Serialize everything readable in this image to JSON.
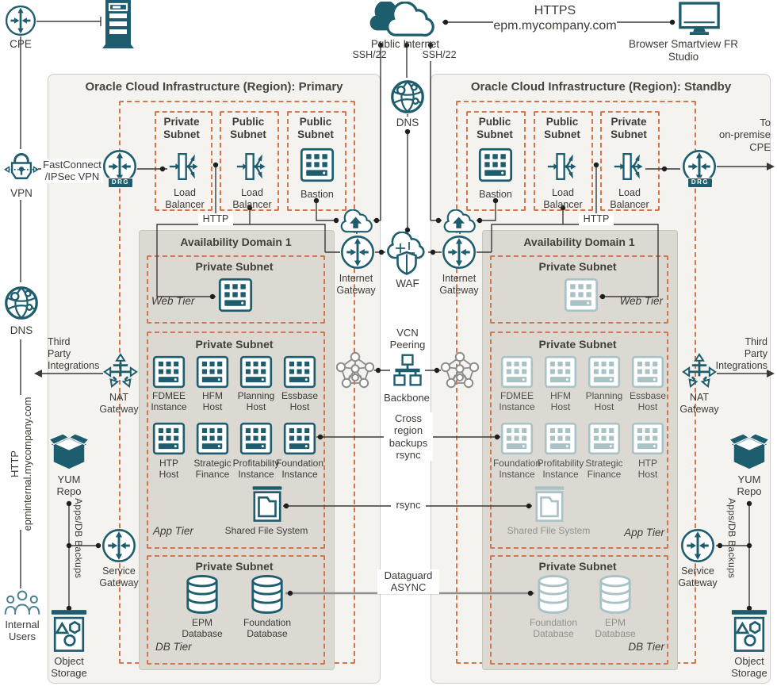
{
  "colors": {
    "icon_teal": "#1e5d6e",
    "icon_faded": "#a9c2c6",
    "vcn_dashed": "#d2764e",
    "region_bg": "#f5f3ef",
    "ad_bg": "#dcd9d3"
  },
  "top": {
    "cpe": "CPE",
    "public_internet": "Public Internet",
    "https_host": "HTTPS\nepm.mycompany.com",
    "browser": "Browser Smartview FR Studio",
    "ssh_left": "SSH/22",
    "ssh_right": "SSH/22"
  },
  "left_edge": {
    "vpn": "VPN",
    "dns": "DNS",
    "fastconnect": "FastConnect\n/IPSec VPN",
    "http_internal": "HTTP\nepminternal.mycompany.com",
    "internal_users": "Internal\nUsers"
  },
  "center": {
    "dns": "DNS",
    "waf": "WAF",
    "vcn_peering": "VCN\nPeering",
    "backbone": "Backbone",
    "cross_region": "Cross\nregion\nbackups\nrsync",
    "rsync": "rsync",
    "dataguard": "Dataguard\nASYNC"
  },
  "primary": {
    "title": "Oracle Cloud Infrastructure (Region): Primary",
    "http": "HTTP",
    "drg": "DRG",
    "internet_gateway": "Internet\nGateway",
    "nat_gateway": "NAT\nGateway",
    "third_party": "Third\nParty\nIntegrations",
    "yum": "YUM\nRepo",
    "apps_db": "Apps/DB  Backups",
    "service_gateway": "Service\nGateway",
    "object_storage": "Object\nStorage",
    "subnets": [
      {
        "name": "Private\nSubnet",
        "node": "Load\nBalancer"
      },
      {
        "name": "Public\nSubnet",
        "node": "Load\nBalancer"
      },
      {
        "name": "Public\nSubnet",
        "node": "Bastion"
      }
    ],
    "ad_title": "Availability Domain 1",
    "web": {
      "subnet": "Private Subnet",
      "tier": "Web Tier"
    },
    "app": {
      "subnet": "Private Subnet",
      "tier": "App Tier",
      "sfs": "Shared File System",
      "hosts": [
        "FDMEE\nInstance",
        "HFM\nHost",
        "Planning\nHost",
        "Essbase\nHost",
        "HTP\nHost",
        "Strategic\nFinance",
        "Profitability\nInstance",
        "Foundation\nInstance"
      ]
    },
    "db": {
      "subnet": "Private Subnet",
      "tier": "DB Tier",
      "dbs": [
        "EPM\nDatabase",
        "Foundation\nDatabase"
      ]
    }
  },
  "standby": {
    "title": "Oracle Cloud Infrastructure (Region): Standby",
    "http": "HTTP",
    "drg": "DRG",
    "to_onprem": "To\non-premise\nCPE",
    "internet_gateway": "Internet\nGateway",
    "nat_gateway": "NAT\nGateway",
    "third_party": "Third\nParty\nIntegrations",
    "yum": "YUM\nRepo",
    "apps_db": "Apps/DB  Backups",
    "service_gateway": "Service\nGateway",
    "object_storage": "Object\nStorage",
    "subnets": [
      {
        "name": "Public\nSubnet",
        "node": "Bastion"
      },
      {
        "name": "Public\nSubnet",
        "node": "Load\nBalancer"
      },
      {
        "name": "Private\nSubnet",
        "node": "Load\nBalancer"
      }
    ],
    "ad_title": "Availability Domain 1",
    "web": {
      "subnet": "Private Subnet",
      "tier": "Web Tier"
    },
    "app": {
      "subnet": "Private Subnet",
      "tier": "App Tier",
      "sfs": "Shared File System",
      "hosts": [
        "FDMEE\nInstance",
        "HFM\nHost",
        "Planning\nHost",
        "Essbase\nHost",
        "Foundation\nInstance",
        "Profitability\nInstance",
        "Strategic\nFinance",
        "HTP\nHost"
      ]
    },
    "db": {
      "subnet": "Private Subnet",
      "tier": "DB Tier",
      "dbs": [
        "Foundation\nDatabase",
        "EPM\nDatabase"
      ]
    }
  }
}
